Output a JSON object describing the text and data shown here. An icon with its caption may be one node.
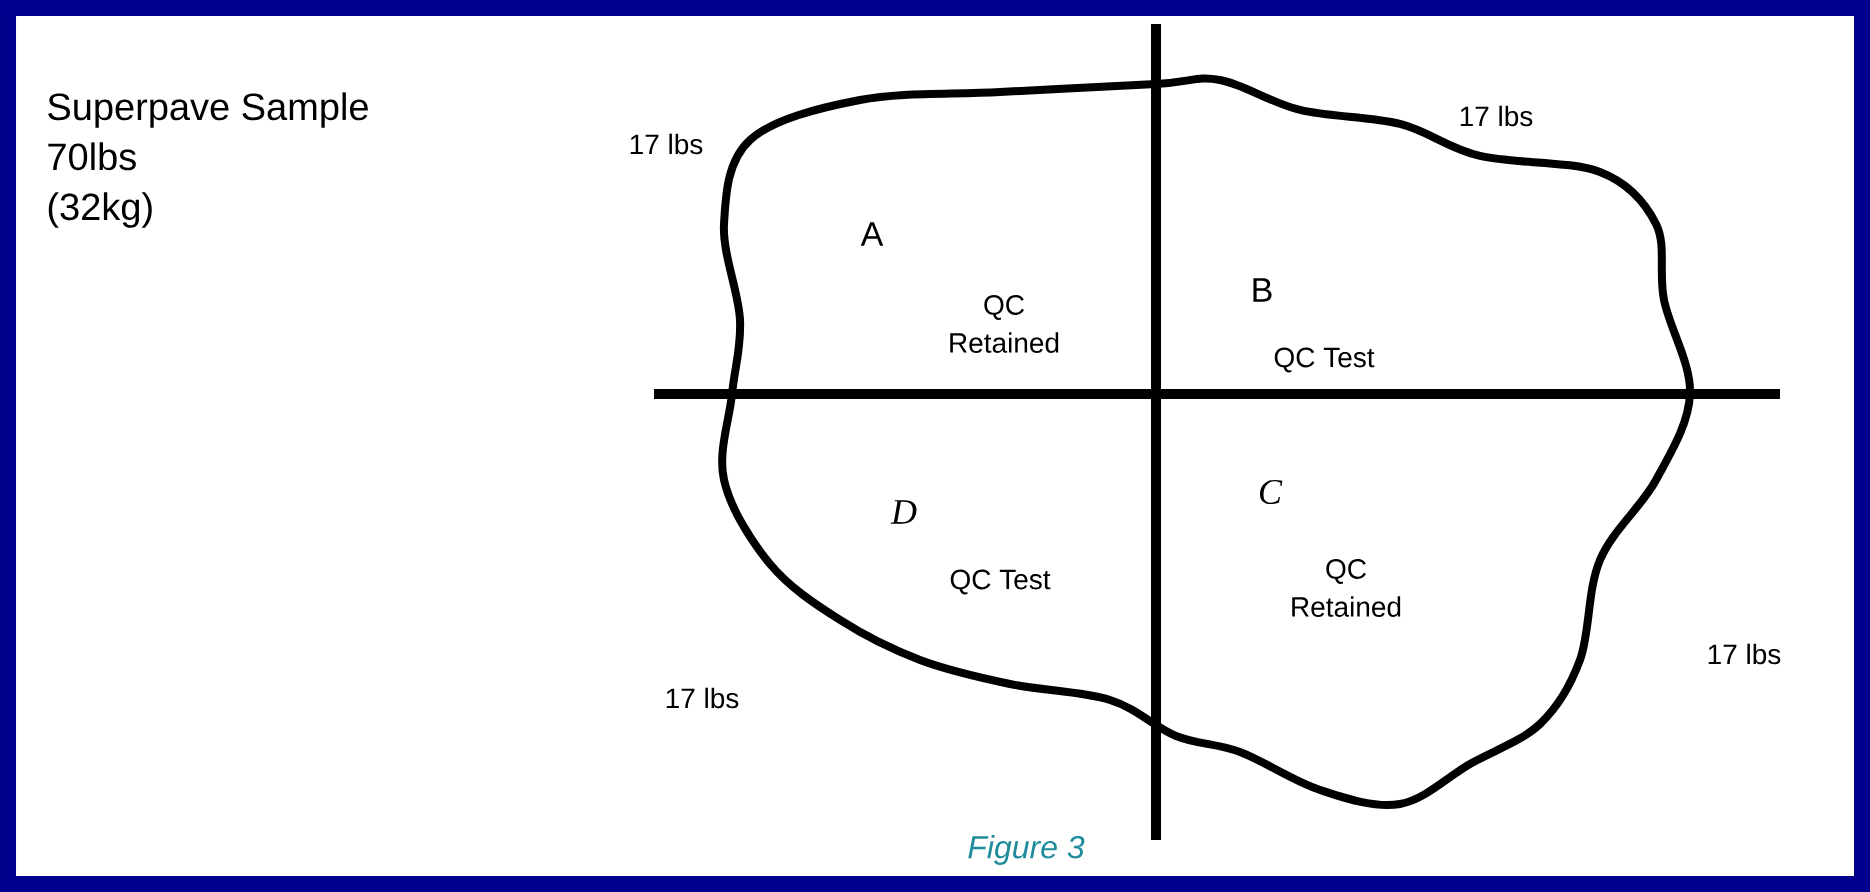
{
  "diagram": {
    "caption": "Figure 3",
    "labels": [
      "Superpave Sample",
      "70lbs",
      "(32kg)",
      "17 lbs",
      "17 lbs",
      "A",
      "QC Retained",
      "B",
      "QC Test",
      "C",
      "D",
      "QC Test",
      "QC Retained",
      "17 lbs",
      "17 lbs"
    ]
  }
}
